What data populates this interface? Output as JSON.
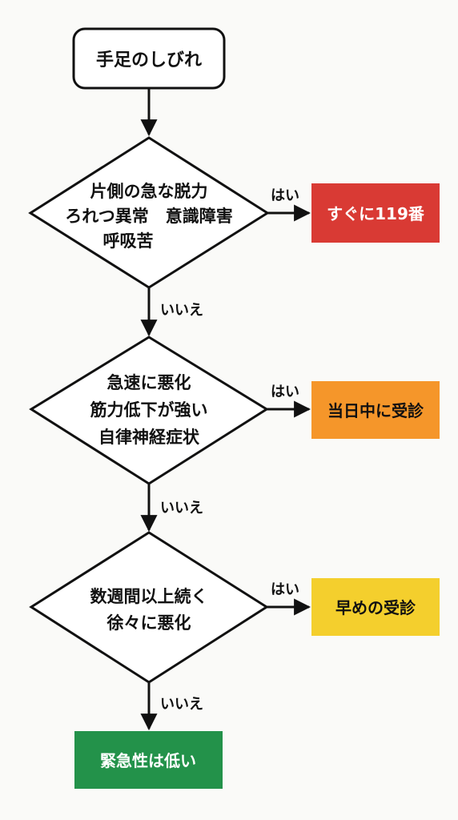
{
  "start": {
    "label": "手足のしびれ"
  },
  "decisions": [
    {
      "lines": [
        "片側の急な脱力",
        "ろれつ異常　意識障害",
        "呼吸苦"
      ]
    },
    {
      "lines": [
        "急速に悪化",
        "筋力低下が強い",
        "自律神経症状"
      ]
    },
    {
      "lines": [
        "数週間以上続く",
        "徐々に悪化"
      ]
    }
  ],
  "yes_label": "はい",
  "no_label": "いいえ",
  "outcomes": [
    {
      "label": "すぐに119番",
      "color": "#d93a34"
    },
    {
      "label": "当日中に受診",
      "color": "#f5962a"
    },
    {
      "label": "早めの受診",
      "color": "#f4cf2d"
    },
    {
      "label": "緊急性は低い",
      "color": "#23924a"
    }
  ]
}
